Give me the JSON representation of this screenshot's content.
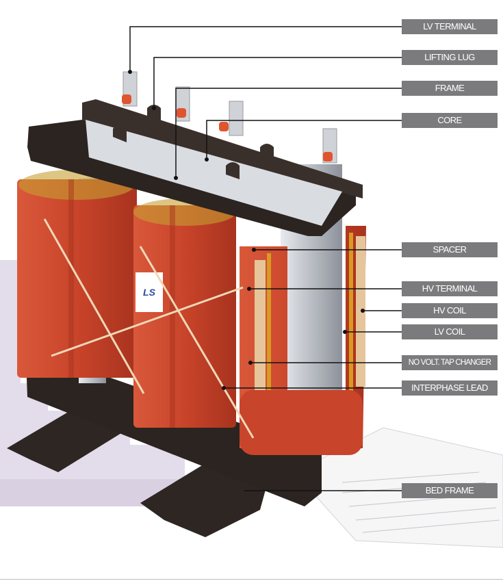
{
  "diagram": {
    "logo_text": "LS",
    "labels": [
      {
        "id": "lv-terminal",
        "text": "LV TERMINAL"
      },
      {
        "id": "lifting-lug",
        "text": "LIFTING LUG"
      },
      {
        "id": "frame",
        "text": "FRAME"
      },
      {
        "id": "core",
        "text": "CORE"
      },
      {
        "id": "spacer",
        "text": "SPACER"
      },
      {
        "id": "hv-terminal",
        "text": "HV TERMINAL"
      },
      {
        "id": "hv-coil",
        "text": "HV COIL"
      },
      {
        "id": "lv-coil",
        "text": "LV COIL"
      },
      {
        "id": "tap-changer",
        "text": "NO VOLT. TAP CHANGER"
      },
      {
        "id": "interphase-lead",
        "text": "INTERPHASE LEAD"
      },
      {
        "id": "bed-frame",
        "text": "BED FRAME"
      }
    ],
    "colors": {
      "coil": "#c8462b",
      "frame": "#2b2420",
      "core": "#c9ccd2",
      "label_bg": "#7b7b7d"
    }
  }
}
